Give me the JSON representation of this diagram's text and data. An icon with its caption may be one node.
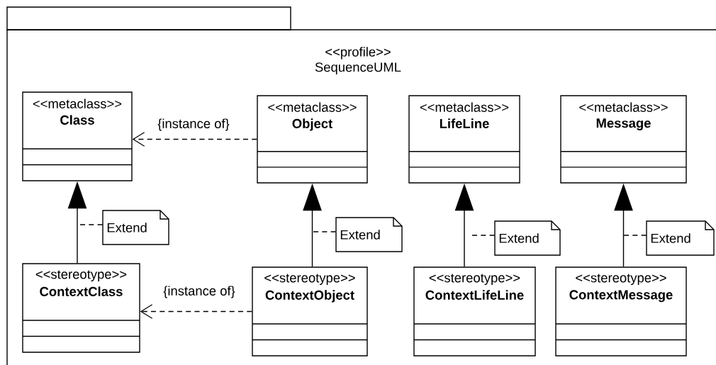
{
  "diagram": {
    "nodes": [
      {
        "text": [
          "<<profile>>",
          "SequenceUML"
        ]
      },
      {
        "text": [
          "<<metaclass>>",
          "Class"
        ],
        "in": 0
      },
      {
        "text": [
          "<<metaclass>>",
          "Object"
        ],
        "in": 0
      },
      {
        "text": [
          "<<metaclass>>",
          "LifeLine"
        ],
        "in": 0
      },
      {
        "text": [
          "<<metaclass>>",
          "Message"
        ],
        "in": 0
      },
      {
        "text": [
          "<<stereotype>>",
          "ContextClass"
        ],
        "in": 0
      },
      {
        "text": [
          "<<stereotype>>",
          "ContextObject"
        ],
        "in": 0
      },
      {
        "text": [
          "<<stereotype>>",
          "ContextLifeLine"
        ],
        "in": 0
      },
      {
        "text": [
          "<<stereotype>>",
          "ContextMessage"
        ],
        "in": 0
      },
      {
        "text": [
          "Extend"
        ],
        "in": 0
      },
      {
        "text": [
          "Extend"
        ],
        "in": 0
      },
      {
        "text": [
          "Extend"
        ],
        "in": 0
      },
      {
        "text": [
          "Extend"
        ],
        "in": 0
      }
    ],
    "edges": [
      {
        "from": 2,
        "to": 1,
        "arrow": "to",
        "style": "dashed",
        "label": "{instance of}"
      },
      {
        "from": 5,
        "to": 1,
        "arrow": "to"
      },
      {
        "from": 6,
        "to": 2,
        "arrow": "to"
      },
      {
        "from": 7,
        "to": 3,
        "arrow": "to"
      },
      {
        "from": 8,
        "to": 4,
        "arrow": "to"
      },
      {
        "from": 6,
        "to": 5,
        "arrow": "to",
        "style": "dashed",
        "label": "{instance of}"
      },
      {
        "from": 9,
        "to": null,
        "arrow": "none",
        "style": "dashed"
      },
      {
        "from": 10,
        "to": null,
        "arrow": "none",
        "style": "dashed"
      },
      {
        "from": 11,
        "to": null,
        "arrow": "none",
        "style": "dashed"
      },
      {
        "from": 12,
        "to": null,
        "arrow": "none",
        "style": "dashed"
      }
    ]
  }
}
